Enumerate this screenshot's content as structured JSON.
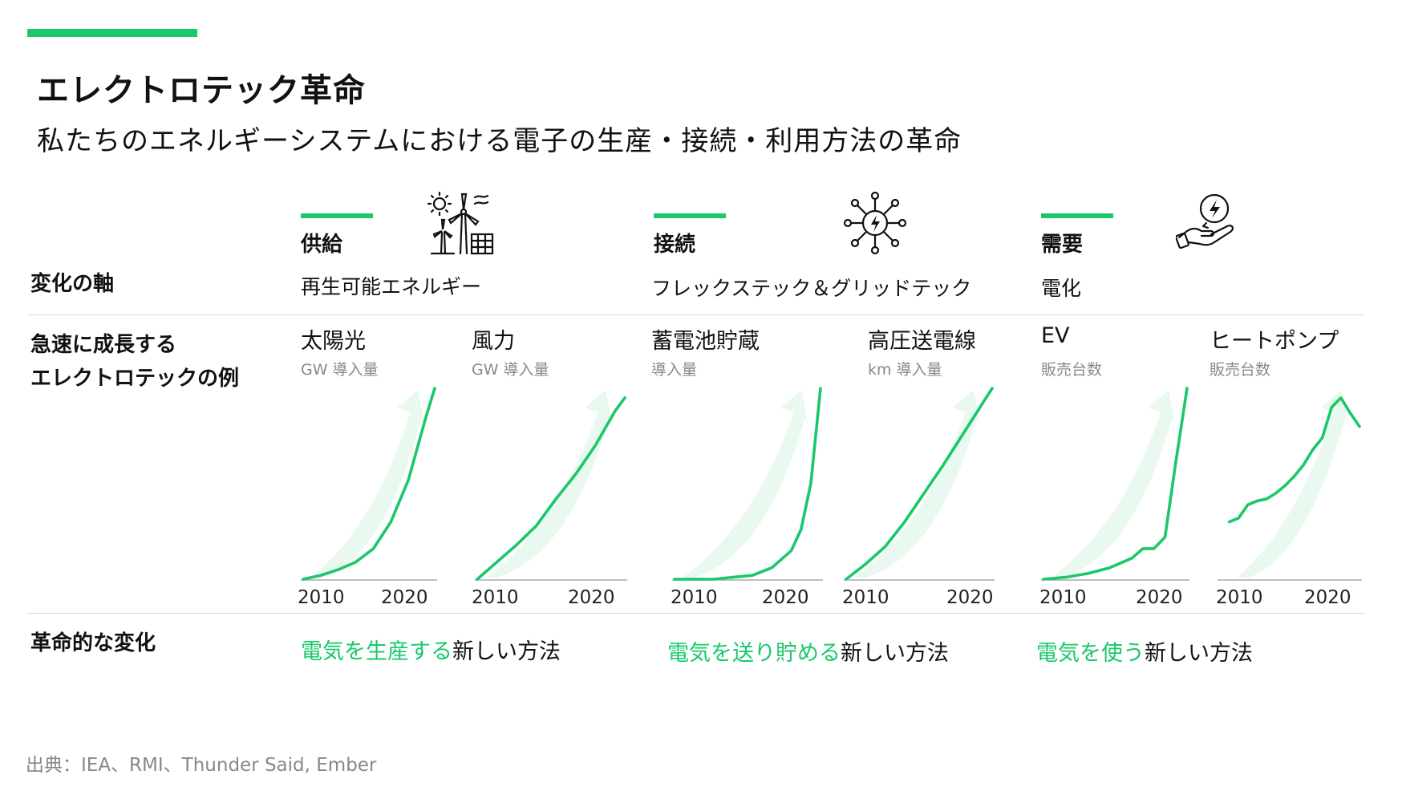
{
  "colors": {
    "accent": "#1ac86a",
    "arrow": "#e9f9ef",
    "axis_line": "#999999"
  },
  "title": "エレクトロテック革命",
  "subtitle": "私たちのエネルギーシステムにおける電子の生産・接続・利用方法の革命",
  "row_labels": {
    "axis": "変化の軸",
    "growing_line1": "急速に成長する",
    "growing_line2": "エレクトロテックの例",
    "revolution": "革命的な変化"
  },
  "categories": [
    {
      "title": "供給",
      "axis": "再生可能エネルギー",
      "icon": "wind-solar-icon",
      "rev_highlight": "電気を生産する",
      "rev_rest": "新しい方法"
    },
    {
      "title": "接続",
      "axis": "フレックステック＆グリッドテック",
      "icon": "grid-network-icon",
      "rev_highlight": "電気を送り貯める",
      "rev_rest": "新しい方法"
    },
    {
      "title": "需要",
      "axis": "電化",
      "icon": "hand-electricity-icon",
      "rev_highlight": "電気を使う",
      "rev_rest": "新しい方法"
    }
  ],
  "tick_labels": [
    "2010",
    "2020"
  ],
  "source": "出典：IEA、RMI、Thunder Said, Ember",
  "chart_data": [
    {
      "type": "line",
      "title": "太陽光",
      "ylabel": "GW 導入量",
      "x": [
        2008,
        2010,
        2012,
        2014,
        2016,
        2018,
        2020,
        2022,
        2023
      ],
      "values": [
        0,
        2,
        5,
        9,
        16,
        30,
        52,
        85,
        100
      ],
      "xlim": [
        2008,
        2023
      ],
      "ylim": [
        0,
        100
      ]
    },
    {
      "type": "line",
      "title": "風力",
      "ylabel": "GW 導入量",
      "x": [
        2008,
        2010,
        2012,
        2014,
        2016,
        2018,
        2020,
        2022,
        2023
      ],
      "values": [
        0,
        9,
        18,
        28,
        42,
        55,
        70,
        88,
        95
      ],
      "xlim": [
        2008,
        2023
      ],
      "ylim": [
        0,
        100
      ]
    },
    {
      "type": "line",
      "title": "蓄電池貯蔵",
      "ylabel": "導入量",
      "x": [
        2008,
        2010,
        2012,
        2014,
        2016,
        2018,
        2020,
        2021,
        2022,
        2023
      ],
      "values": [
        0,
        0,
        0,
        1,
        2,
        6,
        15,
        26,
        50,
        100
      ],
      "xlim": [
        2008,
        2023
      ],
      "ylim": [
        0,
        100
      ]
    },
    {
      "type": "line",
      "title": "高圧送電線",
      "ylabel": "km 導入量",
      "x": [
        2008,
        2010,
        2012,
        2014,
        2016,
        2018,
        2020,
        2022,
        2023
      ],
      "values": [
        0,
        8,
        17,
        30,
        45,
        60,
        76,
        92,
        100
      ],
      "xlim": [
        2008,
        2023
      ],
      "ylim": [
        0,
        100
      ]
    },
    {
      "type": "line",
      "title": "EV",
      "ylabel": "販売台数",
      "x": [
        2010,
        2012,
        2014,
        2016,
        2018,
        2019,
        2020,
        2021,
        2022,
        2023
      ],
      "values": [
        0,
        1,
        3,
        6,
        11,
        16,
        16,
        22,
        62,
        100
      ],
      "xlim": [
        2010,
        2023
      ],
      "ylim": [
        0,
        100
      ]
    },
    {
      "type": "line",
      "title": "ヒートポンプ",
      "ylabel": "販売台数",
      "x": [
        2009,
        2010,
        2011,
        2012,
        2013,
        2014,
        2015,
        2016,
        2017,
        2018,
        2019,
        2020,
        2021,
        2022,
        2023
      ],
      "values": [
        30,
        32,
        39,
        41,
        42,
        45,
        49,
        54,
        60,
        68,
        74,
        90,
        95,
        87,
        80
      ],
      "xlim": [
        2008,
        2023
      ],
      "ylim": [
        0,
        100
      ]
    }
  ]
}
